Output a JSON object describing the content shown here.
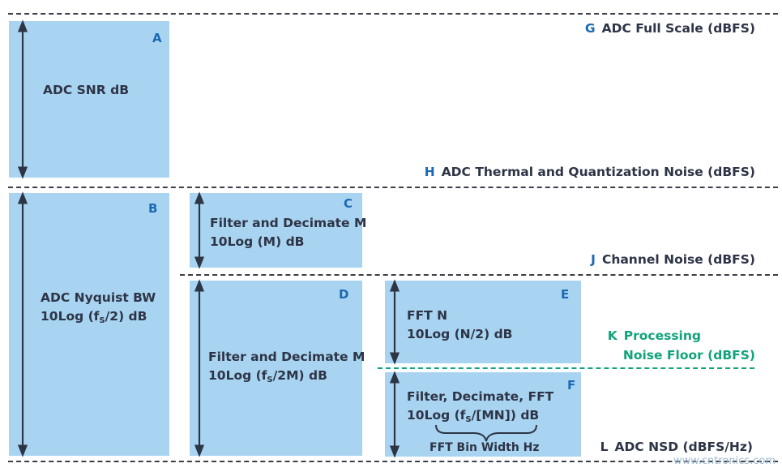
{
  "boxes": {
    "a": {
      "letter": "A",
      "line1": "ADC SNR dB"
    },
    "b": {
      "letter": "B",
      "line1": "ADC Nyquist BW",
      "line2_pre": "10Log (f",
      "line2_sub": "S",
      "line2_post": "/2) dB"
    },
    "c": {
      "letter": "C",
      "line1": "Filter and Decimate M",
      "line2": "10Log (M) dB"
    },
    "d": {
      "letter": "D",
      "line1": "Filter and Decimate M",
      "line2_pre": "10Log (f",
      "line2_sub": "S",
      "line2_post": "/2M) dB"
    },
    "e": {
      "letter": "E",
      "line1": "FFT N",
      "line2": "10Log (N/2) dB"
    },
    "f": {
      "letter": "F",
      "line1": "Filter, Decimate, FFT",
      "line2_pre": "10Log (f",
      "line2_sub": "S",
      "line2_post": "/[MN]) dB",
      "brace_label": "FFT Bin Width Hz"
    }
  },
  "levels": {
    "g": {
      "key": "G",
      "text": "ADC Full Scale (dBFS)"
    },
    "h": {
      "key": "H",
      "text": "ADC Thermal and Quantization Noise (dBFS)"
    },
    "j": {
      "key": "J",
      "text": "Channel Noise (dBFS)"
    },
    "k": {
      "key": "K",
      "text_line1": "Processing",
      "text_line2": "Noise Floor (dBFS)"
    },
    "l": {
      "key": "L",
      "text": "ADC NSD (dBFS/Hz)"
    }
  },
  "watermark": "www.cntronics.com",
  "colors": {
    "box_fill": "#a9d4f1",
    "letter_blue": "#1c69b2",
    "text_dark": "#2d3446",
    "green": "#12a37c",
    "dash": "#3c3f4a"
  }
}
